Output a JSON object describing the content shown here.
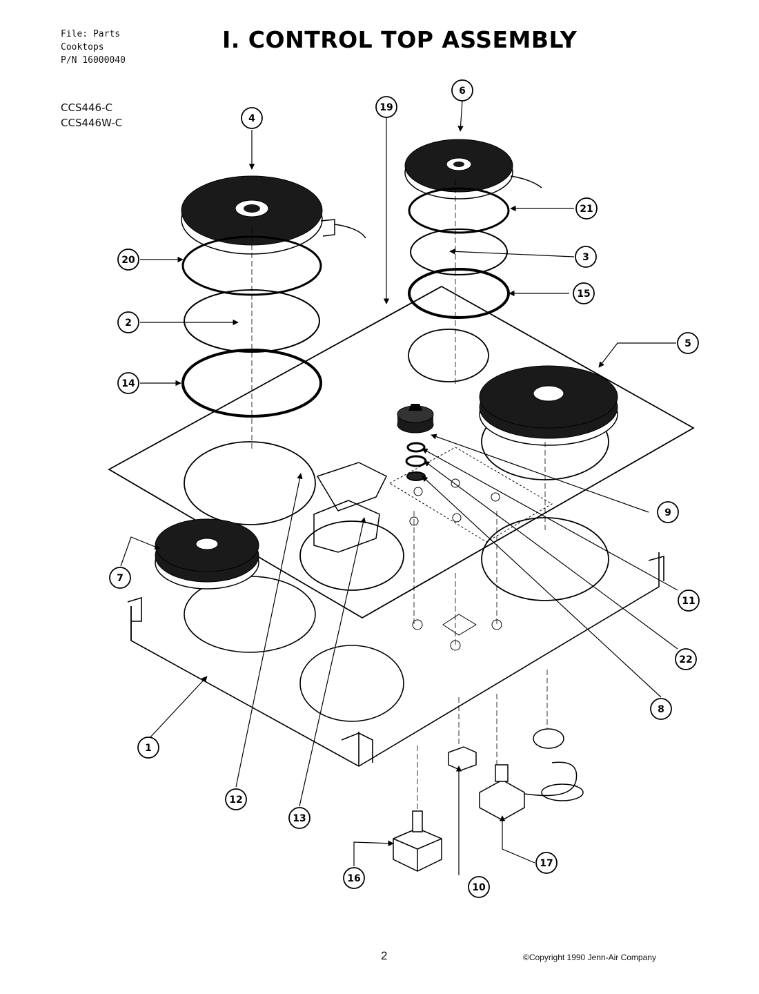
{
  "header": {
    "file_lines": [
      "File: Parts",
      "Cooktops",
      "P/N 16000040"
    ],
    "title": "I. CONTROL TOP ASSEMBLY",
    "models": [
      "CCS446-C",
      "CCS446W-C"
    ]
  },
  "footer": {
    "page_number": "2",
    "copyright": "©Copyright 1990 Jenn-Air Company"
  },
  "callouts": [
    {
      "id": "c1",
      "label": "1"
    },
    {
      "id": "c2",
      "label": "2"
    },
    {
      "id": "c3",
      "label": "3"
    },
    {
      "id": "c4",
      "label": "4"
    },
    {
      "id": "c5",
      "label": "5"
    },
    {
      "id": "c6",
      "label": "6"
    },
    {
      "id": "c7",
      "label": "7"
    },
    {
      "id": "c8",
      "label": "8"
    },
    {
      "id": "c9",
      "label": "9"
    },
    {
      "id": "c10",
      "label": "10"
    },
    {
      "id": "c11",
      "label": "11"
    },
    {
      "id": "c12",
      "label": "12"
    },
    {
      "id": "c13",
      "label": "13"
    },
    {
      "id": "c14",
      "label": "14"
    },
    {
      "id": "c15",
      "label": "15"
    },
    {
      "id": "c16",
      "label": "16"
    },
    {
      "id": "c17",
      "label": "17"
    },
    {
      "id": "c19",
      "label": "19"
    },
    {
      "id": "c20",
      "label": "20"
    },
    {
      "id": "c21",
      "label": "21"
    },
    {
      "id": "c22",
      "label": "22"
    }
  ]
}
